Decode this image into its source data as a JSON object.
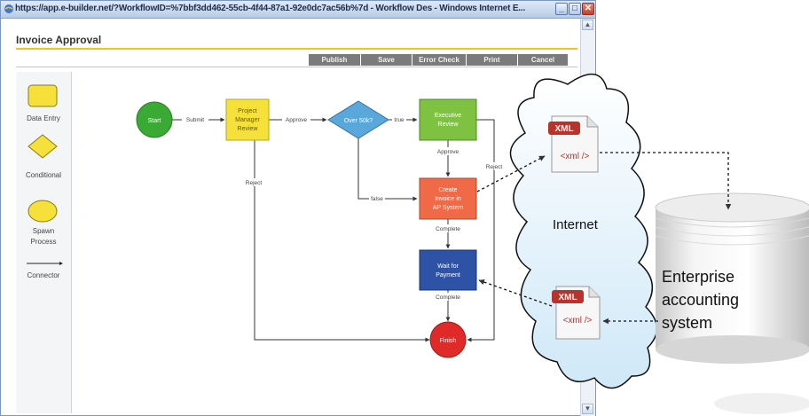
{
  "window": {
    "title": "https://app.e-builder.net/?WorkflowID=%7bbf3dd462-55cb-4f44-87a1-92e0dc7ac56b%7d - Workflow Des - Windows Internet E...",
    "min": "_",
    "max": "□",
    "close": "✕"
  },
  "app": {
    "title": "Invoice Approval"
  },
  "toolbar": {
    "publish": "Publish",
    "save": "Save",
    "error_check": "Error Check",
    "print": "Print",
    "cancel": "Cancel"
  },
  "palette": {
    "data_entry": "Data Entry",
    "conditional": "Conditional",
    "spawn_process": "Spawn Process",
    "connector": "Connector"
  },
  "flow": {
    "start": "Start",
    "pm_review": [
      "Project",
      "Manager",
      "Review"
    ],
    "over_50k": "Over 50k?",
    "exec_review": [
      "Executive",
      "Review"
    ],
    "create_invoice": [
      "Create",
      "Invoice in",
      "AP System"
    ],
    "wait_payment": [
      "Wait for",
      "Payment"
    ],
    "finish": "Finish",
    "edges": {
      "submit": "Submit",
      "approve1": "Approve",
      "true_label": "true",
      "approve2": "Approve",
      "false_label": "false",
      "complete1": "Complete",
      "complete2": "Complete",
      "reject_left": "Reject",
      "reject_right": "Reject"
    }
  },
  "overlay": {
    "internet": "Internet",
    "xml_tag": "XML",
    "xml_code": "<xml />",
    "database": [
      "Enterprise",
      "accounting",
      "system"
    ]
  },
  "colors": {
    "start": "#3aaa35",
    "pm_review": "#f5e13a",
    "conditional": "#5aa7dc",
    "exec_review": "#7fc241",
    "create_invoice": "#f06a47",
    "wait_payment": "#2e52a6",
    "finish": "#e02a2a",
    "cloud": "#dbeefa",
    "xml_badge": "#b8332c"
  }
}
